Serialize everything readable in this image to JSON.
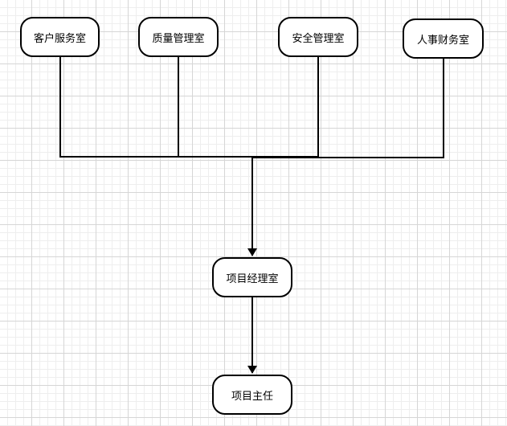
{
  "diagram": {
    "nodes": [
      {
        "id": "customer_service",
        "label": "客户服务室"
      },
      {
        "id": "quality_management",
        "label": "质量管理室"
      },
      {
        "id": "safety_management",
        "label": "安全管理室"
      },
      {
        "id": "hr_finance",
        "label": "人事财务室"
      },
      {
        "id": "project_manager",
        "label": "项目经理室"
      },
      {
        "id": "project_director",
        "label": "项目主任"
      }
    ],
    "edges": [
      {
        "from": "customer_service",
        "to": "project_manager"
      },
      {
        "from": "quality_management",
        "to": "project_manager"
      },
      {
        "from": "safety_management",
        "to": "project_manager"
      },
      {
        "from": "hr_finance",
        "to": "project_manager"
      },
      {
        "from": "project_manager",
        "to": "project_director"
      }
    ]
  }
}
